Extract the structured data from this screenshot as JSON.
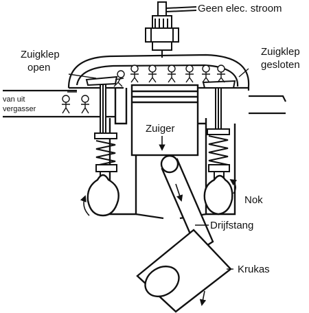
{
  "labels": {
    "no_current": "Geen elec. stroom",
    "intake_open_line1": "Zuigklep",
    "intake_open_line2": "open",
    "intake_closed_line1": "Zuigklep",
    "intake_closed_line2": "gesloten",
    "carb_line1": "van uit",
    "carb_line2": "vergasser",
    "piston": "Zuiger",
    "cam": "Nok",
    "con_rod": "Drijfstang",
    "crankshaft": "Krukas"
  },
  "colors": {
    "ink": "#111111",
    "background": "#ffffff"
  }
}
